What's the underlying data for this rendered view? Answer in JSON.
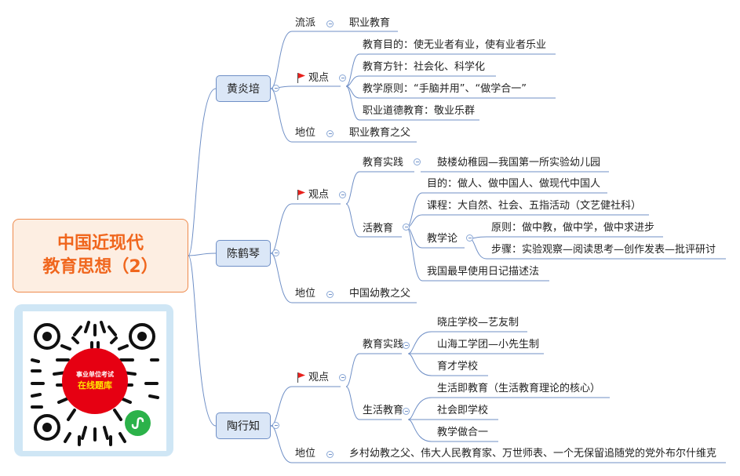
{
  "root": {
    "line1": "中国近现代",
    "line2": "教育思想（2）"
  },
  "huang": {
    "name": "黄炎培",
    "school_label": "流派",
    "school_value": "职业教育",
    "view_label": "观点",
    "views": [
      "教育目的：使无业者有业，使有业者乐业",
      "教育方针：社会化、科学化",
      "教学原则：“手脑并用”、“做学合一”",
      "职业道德教育：敬业乐群"
    ],
    "status_label": "地位",
    "status_value": "职业教育之父"
  },
  "chen": {
    "name": "陈鹤琴",
    "view_label": "观点",
    "practice_label": "教育实践",
    "practice_value": "鼓楼幼稚园—我国第一所实验幼儿园",
    "living_label": "活教育",
    "goal": "目的：做人、做中国人、做现代中国人",
    "course": "课程：大自然、社会、五指活动（文艺健社科）",
    "teaching_label": "教学论",
    "principle": "原则：做中教，做中学，做中求进步",
    "steps": "步骤：实验观察—阅读思考—创作发表—批评研讨",
    "diary": "我国最早使用日记描述法",
    "status_label": "地位",
    "status_value": "中国幼教之父"
  },
  "tao": {
    "name": "陶行知",
    "view_label": "观点",
    "practice_label": "教育实践",
    "practices": [
      "晓庄学校—艺友制",
      "山海工学团—小先生制",
      "育才学校"
    ],
    "life_label": "生活教育",
    "life": [
      "生活即教育（生活教育理论的核心）",
      "社会即学校",
      "教学做合一"
    ],
    "status_label": "地位",
    "status_value": "乡村幼教之父、伟大人民教育家、万世师表、一个无保留追随党的党外布尔什维克"
  },
  "qr": {
    "line1": "事业单位考试",
    "line2": "在线题库"
  },
  "colors": {
    "root_text": "#f0661d",
    "root_border": "#ee8a4d",
    "root_bg": "#fdeee2",
    "node_bg": "#dbe7f7",
    "node_border": "#6f8fc6",
    "line": "#6f8fc6",
    "flag": "#e8211d",
    "qr_badge": "#e60012"
  }
}
